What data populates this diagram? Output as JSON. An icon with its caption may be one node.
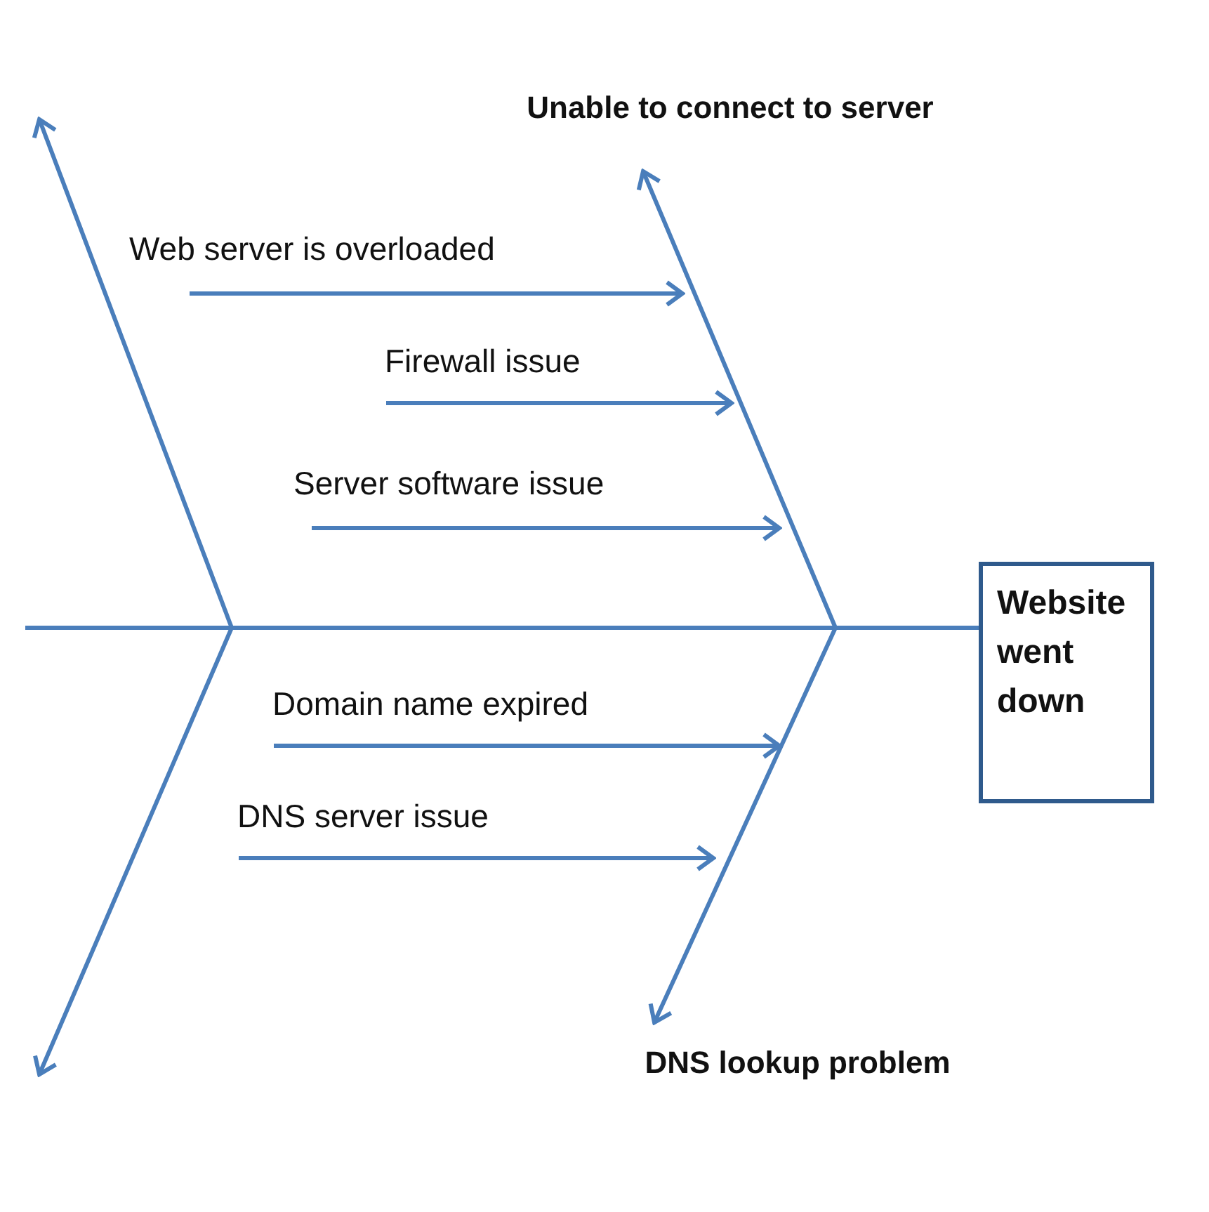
{
  "diagram": {
    "nodes": [
      {
        "text": [
          "Unable to connect to server"
        ]
      },
      {
        "text": [
          "Web server is overloaded"
        ]
      },
      {
        "text": [
          "Firewall issue"
        ]
      },
      {
        "text": [
          "Server software issue"
        ]
      },
      {
        "text": [
          "Website went down"
        ]
      },
      {
        "text": [
          "Domain name expired"
        ]
      },
      {
        "text": [
          "DNS server issue"
        ]
      },
      {
        "text": [
          "DNS lookup problem"
        ]
      }
    ],
    "edges": [
      {
        "from": null,
        "to": 0,
        "arrow": "to"
      },
      {
        "from": 1,
        "to": null,
        "arrow": "to"
      },
      {
        "from": 2,
        "to": null,
        "arrow": "to"
      },
      {
        "from": 3,
        "to": null,
        "arrow": "to"
      },
      {
        "from": null,
        "to": 4,
        "arrow": "none"
      },
      {
        "from": 5,
        "to": null,
        "arrow": "to"
      },
      {
        "from": 6,
        "to": null,
        "arrow": "to"
      },
      {
        "from": null,
        "to": 7,
        "arrow": "to"
      }
    ]
  }
}
